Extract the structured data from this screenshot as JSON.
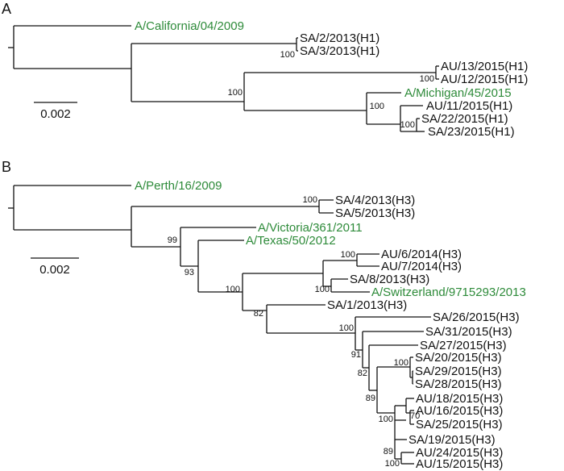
{
  "colors": {
    "reference_strain": "#2e8b3a",
    "tree_line": "#111111"
  },
  "panel_a": {
    "label": "A",
    "scale_label": "0.002",
    "taxa": [
      {
        "text": "A/California/04/2009",
        "ref": true
      },
      {
        "text": "SA/2/2013(H1)",
        "ref": false
      },
      {
        "text": "SA/3/2013(H1)",
        "ref": false
      },
      {
        "text": "AU/13/2015(H1)",
        "ref": false
      },
      {
        "text": "AU/12/2015(H1)",
        "ref": false
      },
      {
        "text": "A/Michigan/45/2015",
        "ref": true
      },
      {
        "text": "AU/11/2015(H1)",
        "ref": false
      },
      {
        "text": "SA/22/2015(H1)",
        "ref": false
      },
      {
        "text": "SA/23/2015(H1)",
        "ref": false
      }
    ],
    "support_values": [
      "100",
      "100",
      "100",
      "100",
      "100"
    ]
  },
  "panel_b": {
    "label": "B",
    "scale_label": "0.002",
    "taxa": [
      {
        "text": "A/Perth/16/2009",
        "ref": true
      },
      {
        "text": "SA/4/2013(H3)",
        "ref": false
      },
      {
        "text": "SA/5/2013(H3)",
        "ref": false
      },
      {
        "text": "A/Victoria/361/2011",
        "ref": true
      },
      {
        "text": "A/Texas/50/2012",
        "ref": true
      },
      {
        "text": "AU/6/2014(H3)",
        "ref": false
      },
      {
        "text": "AU/7/2014(H3)",
        "ref": false
      },
      {
        "text": "SA/8/2013(H3)",
        "ref": false
      },
      {
        "text": "A/Switzerland/9715293/2013",
        "ref": true
      },
      {
        "text": "SA/1/2013(H3)",
        "ref": false
      },
      {
        "text": "SA/26/2015(H3)",
        "ref": false
      },
      {
        "text": "SA/31/2015(H3)",
        "ref": false
      },
      {
        "text": "SA/27/2015(H3)",
        "ref": false
      },
      {
        "text": "SA/20/2015(H3)",
        "ref": false
      },
      {
        "text": "SA/29/2015(H3)",
        "ref": false
      },
      {
        "text": "SA/28/2015(H3)",
        "ref": false
      },
      {
        "text": "AU/18/2015(H3)",
        "ref": false
      },
      {
        "text": "AU/16/2015(H3)",
        "ref": false
      },
      {
        "text": "SA/25/2015(H3)",
        "ref": false
      },
      {
        "text": "SA/19/2015(H3)",
        "ref": false
      },
      {
        "text": "AU/24/2015(H3)",
        "ref": false
      },
      {
        "text": "AU/15/2015(H3)",
        "ref": false
      }
    ],
    "support_values": [
      "100",
      "99",
      "93",
      "100",
      "100",
      "100",
      "82",
      "100",
      "91",
      "82",
      "100",
      "89",
      "70",
      "100",
      "89",
      "100"
    ]
  }
}
